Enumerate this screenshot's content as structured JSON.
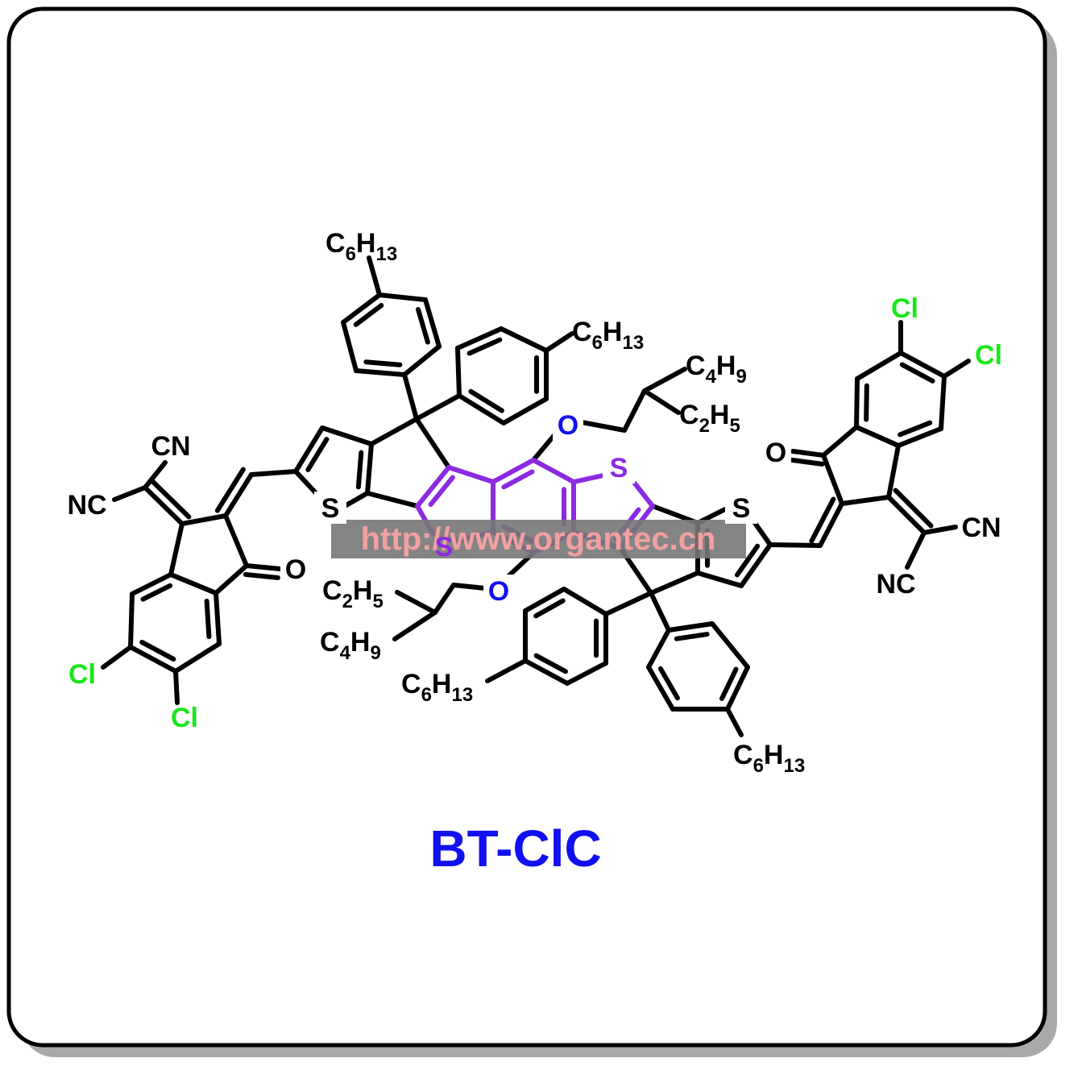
{
  "title": {
    "text": "BT-ClC",
    "color": "#1010f0"
  },
  "watermark": {
    "text": "http://www.organtec.cn",
    "text_color": "#f2a0a0",
    "bg_color": "#777777"
  },
  "colors": {
    "bond": "#000000",
    "core": "#8a2be2",
    "hetero_O": "#1010f0",
    "halogen": "#19e619",
    "frame": "#000000",
    "shadow": "#a9a9a9"
  },
  "atoms": {
    "s_left": "S",
    "s_core_top": "S",
    "s_core_bottom": "S",
    "s_right": "S",
    "o_top": "O",
    "o_bottom": "O",
    "o_carbonyl_left": "O",
    "o_carbonyl_right": "O",
    "cn_left_top": "CN",
    "nc_left": "NC",
    "cn_right": "CN",
    "nc_right": "NC",
    "cl_left_1": "Cl",
    "cl_left_2": "Cl",
    "cl_right_1": "Cl",
    "cl_right_2": "Cl"
  },
  "substituents": {
    "hexyl_1": {
      "main": "C",
      "sub1": "6",
      "main2": "H",
      "sub2": "13"
    },
    "hexyl_2": {
      "main": "C",
      "sub1": "6",
      "main2": "H",
      "sub2": "13"
    },
    "hexyl_3": {
      "main": "C",
      "sub1": "6",
      "main2": "H",
      "sub2": "13"
    },
    "hexyl_4": {
      "main": "C",
      "sub1": "6",
      "main2": "H",
      "sub2": "13"
    },
    "butyl_top": {
      "main": "C",
      "sub1": "4",
      "main2": "H",
      "sub2": "9"
    },
    "ethyl_top": {
      "main": "C",
      "sub1": "2",
      "main2": "H",
      "sub2": "5"
    },
    "ethyl_bottom": {
      "main": "C",
      "sub1": "2",
      "main2": "H",
      "sub2": "5"
    },
    "butyl_bottom": {
      "main": "C",
      "sub1": "4",
      "main2": "H",
      "sub2": "9"
    }
  }
}
